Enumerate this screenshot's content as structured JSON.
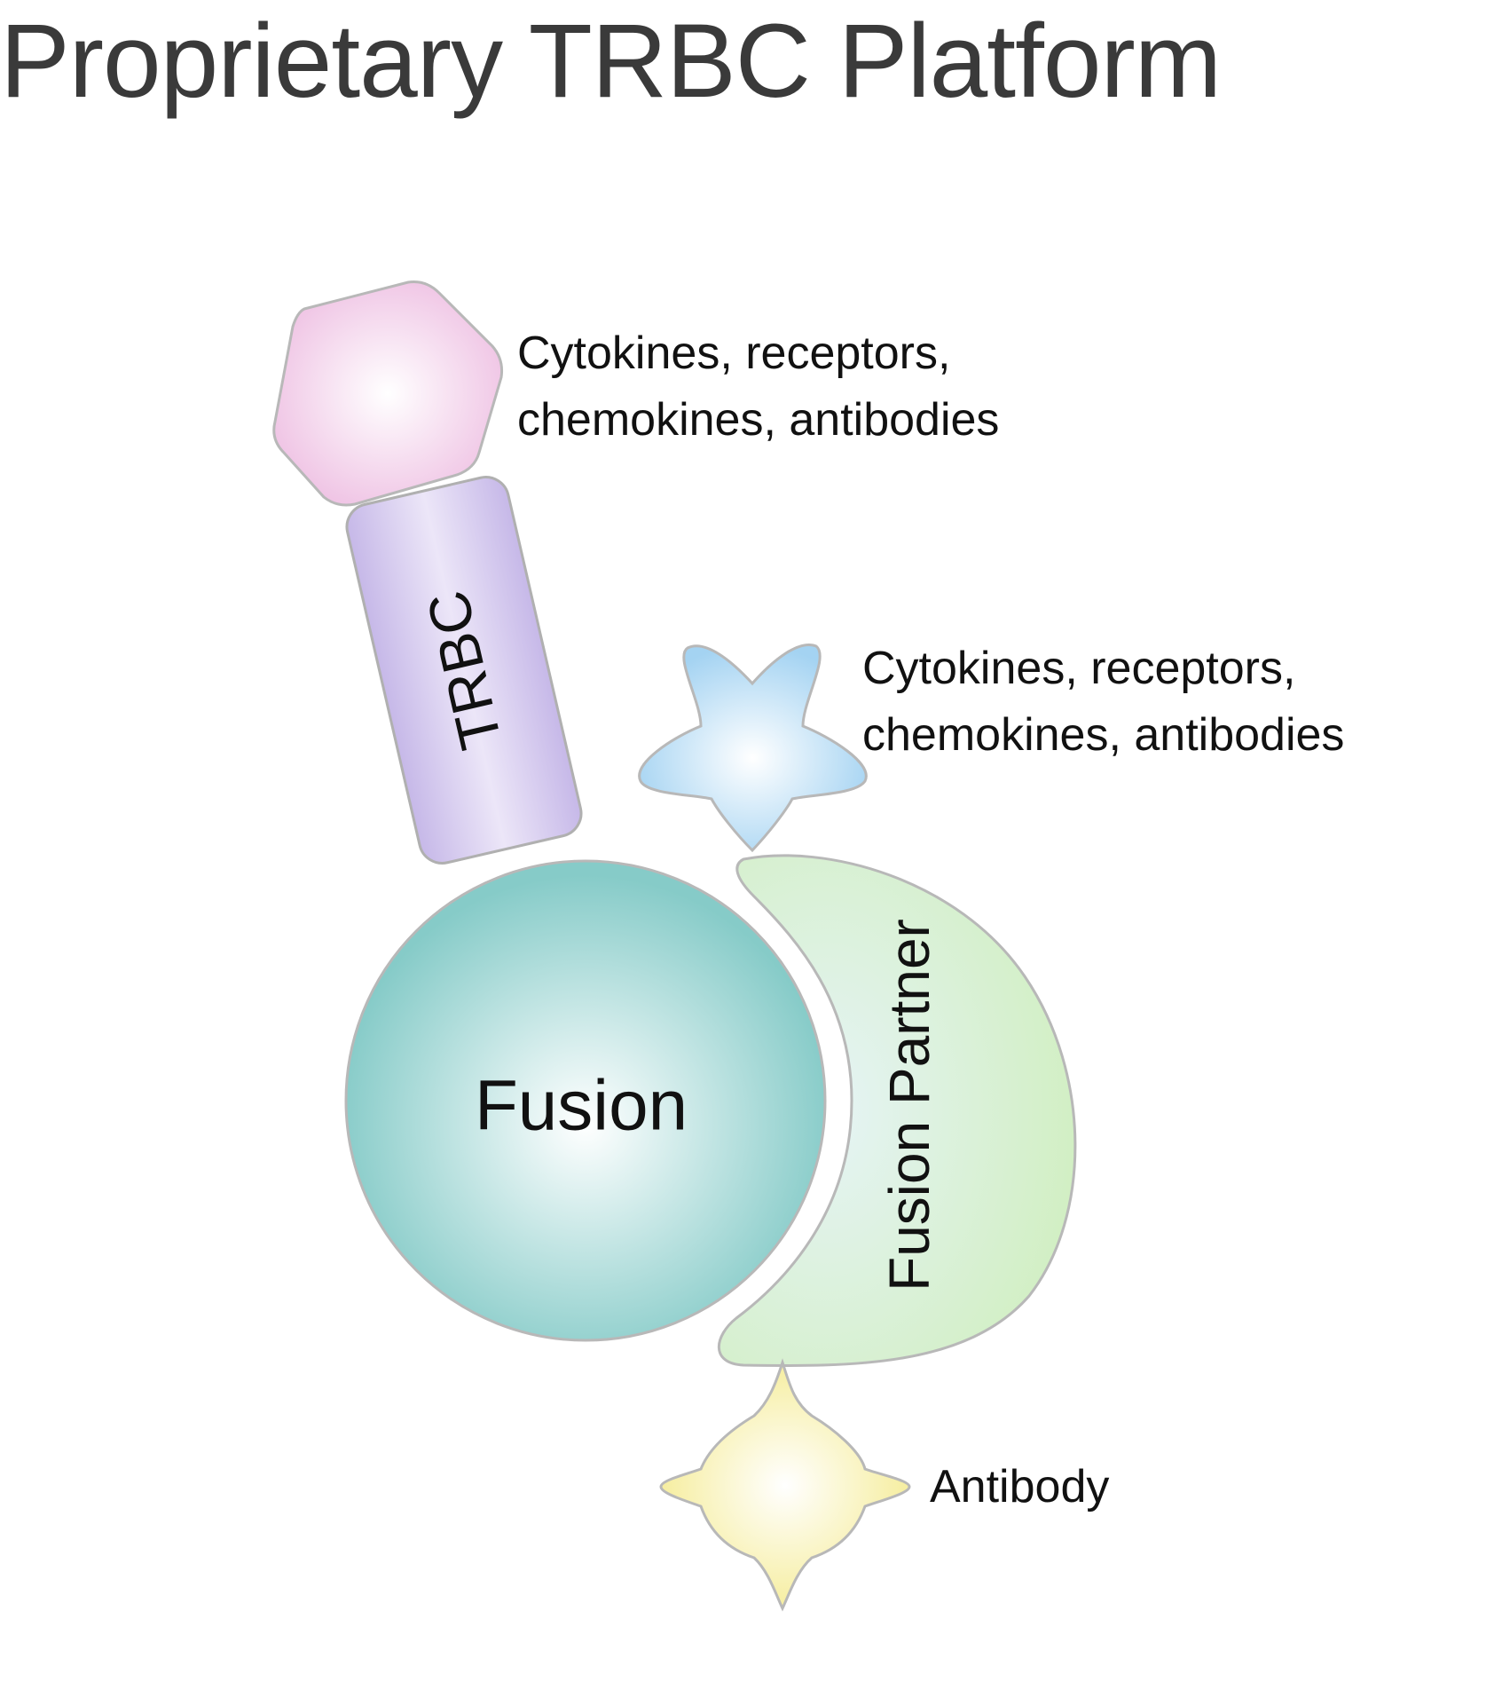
{
  "title": "Proprietary TRBC Platform",
  "components": {
    "hexagon": {
      "label_line1": "Cytokines, receptors,",
      "label_line2": "chemokines, antibodies",
      "color": "#f0c8e6"
    },
    "trbc": {
      "label": "TRBC",
      "color": "#c9bdea"
    },
    "star": {
      "label_line1": "Cytokines, receptors,",
      "label_line2": "chemokines, antibodies",
      "color": "#a9d6f2"
    },
    "fusion": {
      "label": "Fusion",
      "color": "#8ecfcc"
    },
    "fusion_partner": {
      "label": "Fusion Partner",
      "color": "#d4efc8"
    },
    "antibody": {
      "label": "Antibody",
      "color": "#f6ee9c"
    }
  }
}
